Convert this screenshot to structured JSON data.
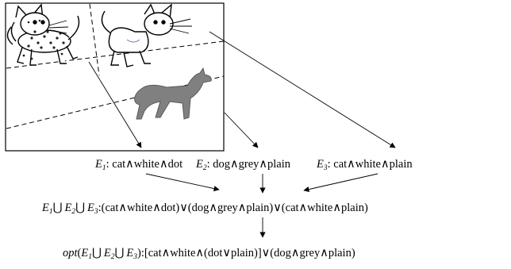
{
  "events": [
    {
      "name": "E",
      "index": "1",
      "formula": ": cat∧white∧dot"
    },
    {
      "name": "E",
      "index": "2",
      "formula": ": dog∧grey∧plain"
    },
    {
      "name": "E",
      "index": "3",
      "formula": ": cat∧white∧plain"
    }
  ],
  "union": {
    "e1": "E",
    "i1": "1",
    "cup1": "⋃",
    "e2": "E",
    "i2": "2",
    "cup2": "⋃",
    "e3": "E",
    "i3": "3",
    "formula": ":(cat∧white∧dot)∨(dog∧grey∧plain)∨(cat∧white∧plain)"
  },
  "optimized": {
    "fn": "opt",
    "open": "(",
    "e1": "E",
    "i1": "1",
    "cup1": "⋃",
    "e2": "E",
    "i2": "2",
    "cup2": "⋃",
    "e3": "E",
    "i3": "3",
    "formula": "):[cat∧white∧(dot∨plain)]∨(dog∧grey∧plain)"
  },
  "regions": [
    {
      "name": "cat-with-dots",
      "color": "#ffffff",
      "spots": "#222222"
    },
    {
      "name": "white-cat",
      "color": "#ffffff"
    },
    {
      "name": "grey-dog",
      "color": "#808080"
    }
  ]
}
